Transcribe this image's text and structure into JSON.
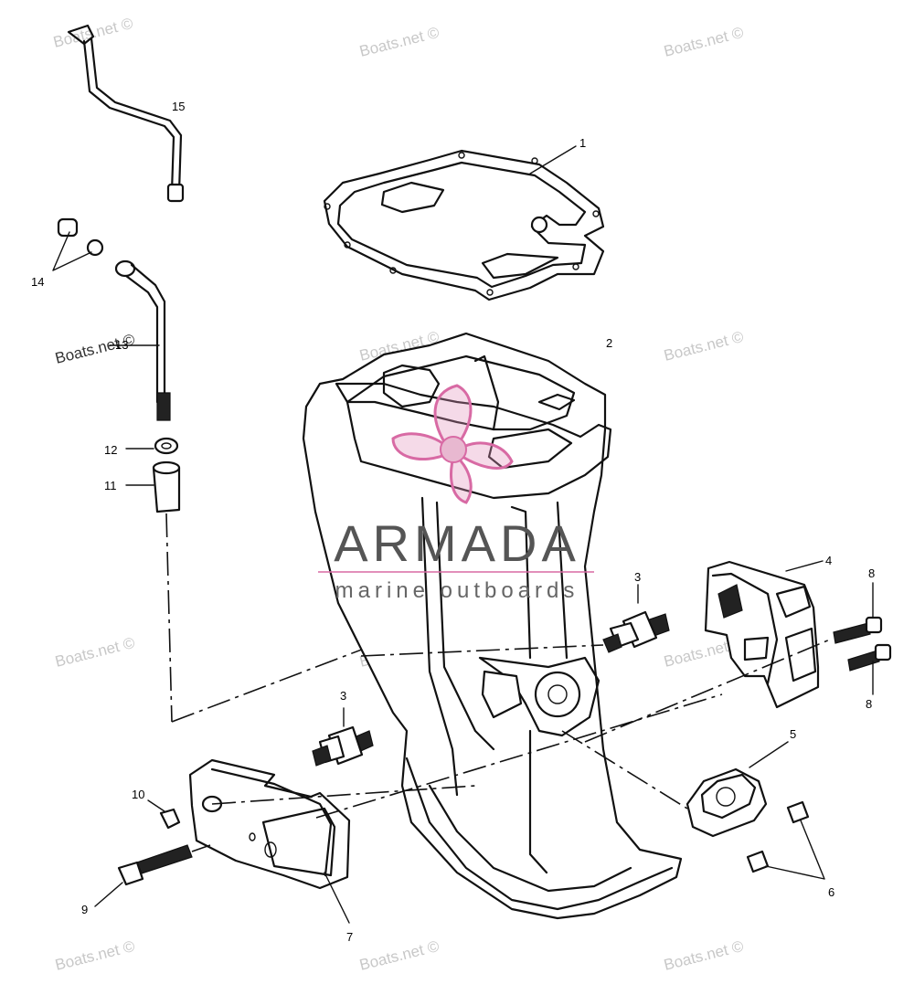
{
  "watermark": {
    "text": "Boats.net ©",
    "color": "#c8c8c8"
  },
  "logo": {
    "brand": "ARMADA",
    "tagline": "marine outboards",
    "accent_color": "#d86aa4"
  },
  "callouts": [
    {
      "id": "1",
      "label": "1"
    },
    {
      "id": "2",
      "label": "2"
    },
    {
      "id": "3a",
      "label": "3"
    },
    {
      "id": "3b",
      "label": "3"
    },
    {
      "id": "4",
      "label": "4"
    },
    {
      "id": "5",
      "label": "5"
    },
    {
      "id": "6",
      "label": "6"
    },
    {
      "id": "7",
      "label": "7"
    },
    {
      "id": "8a",
      "label": "8"
    },
    {
      "id": "8b",
      "label": "8"
    },
    {
      "id": "9",
      "label": "9"
    },
    {
      "id": "10",
      "label": "10"
    },
    {
      "id": "11",
      "label": "11"
    },
    {
      "id": "12",
      "label": "12"
    },
    {
      "id": "13",
      "label": "13"
    },
    {
      "id": "14",
      "label": "14"
    },
    {
      "id": "15",
      "label": "15"
    }
  ]
}
